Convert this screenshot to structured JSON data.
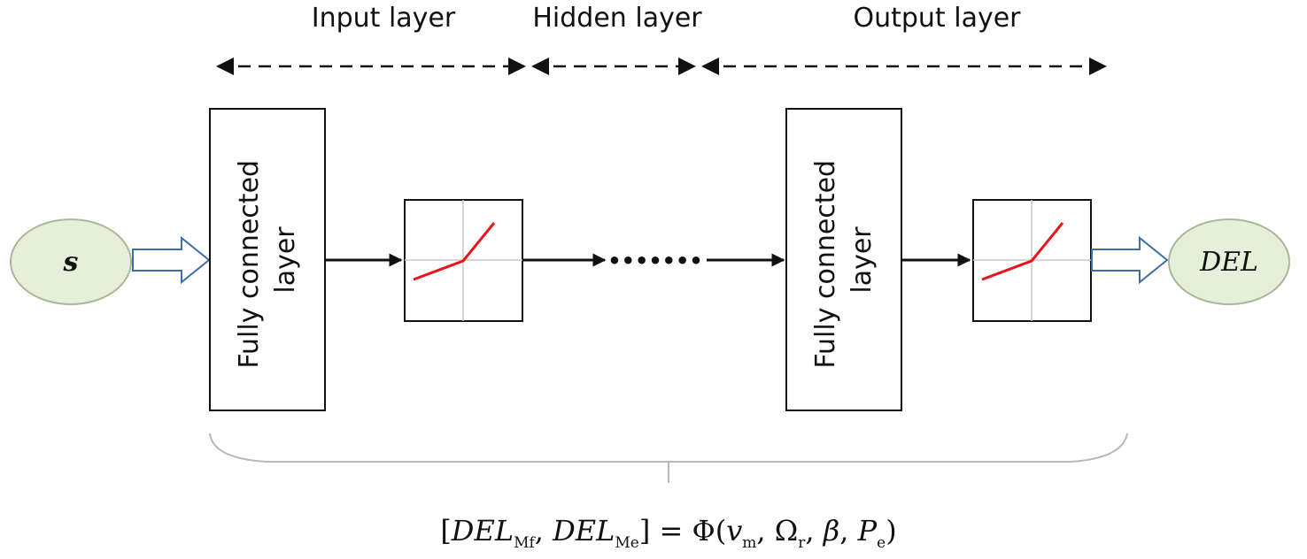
{
  "header": {
    "input_layer": "Input layer",
    "hidden_layer": "Hidden layer",
    "output_layer": "Output layer"
  },
  "input_node": {
    "label": "s"
  },
  "output_node": {
    "label": "DEL"
  },
  "fc_box_1": {
    "line1": "Fully connected",
    "line2": "layer"
  },
  "fc_box_2": {
    "line1": "Fully connected",
    "line2": "layer"
  },
  "ellipsis": "•••••••",
  "formula": {
    "open_bracket": "[",
    "del1": "DEL",
    "sub1": "Mf",
    "comma1": ", ",
    "del2": "DEL",
    "sub2": "Me",
    "close_eq_phi": "] = Φ(",
    "v": "v",
    "sub_m": "m",
    "comma2": ", Ω",
    "sub_r": "r",
    "comma3": ", ",
    "beta": "β",
    "comma4": ", ",
    "p": "P",
    "sub_e": "e",
    "close_paren": ")"
  },
  "colors": {
    "node_fill": "#e6efd9",
    "node_stroke": "#a9b89a",
    "hollow_arrow": "#3f6ea6",
    "activation_curve": "#e8141b",
    "grid_line": "#c8c8c8"
  }
}
